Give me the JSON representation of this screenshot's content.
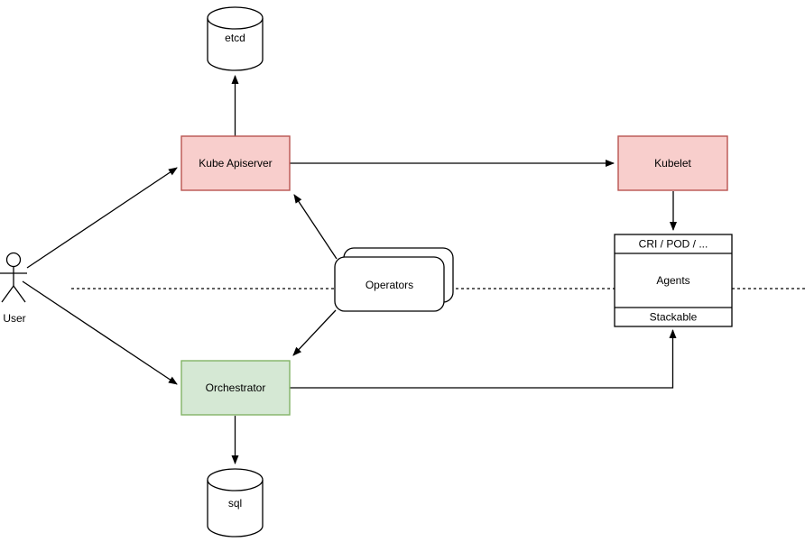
{
  "diagram": {
    "colors": {
      "background": "#FFFFFF",
      "line": "#000000",
      "pink_fill": "#F8CECC",
      "pink_stroke": "#B85450",
      "green_fill": "#D5E8D4",
      "green_stroke": "#82B366",
      "plain_fill": "#FFFFFF",
      "plain_stroke": "#000000"
    },
    "nodes": {
      "etcd": {
        "label": "etcd",
        "shape": "database-cylinder"
      },
      "kube_apiserver": {
        "label": "Kube Apiserver",
        "shape": "rectangle",
        "fill": "#F8CECC",
        "stroke": "#B85450"
      },
      "kubelet": {
        "label": "Kubelet",
        "shape": "rectangle",
        "fill": "#F8CECC",
        "stroke": "#B85450"
      },
      "operators": {
        "label": "Operators",
        "shape": "stacked-rounded-rectangle"
      },
      "orchestrator": {
        "label": "Orchestrator",
        "shape": "rectangle",
        "fill": "#D5E8D4",
        "stroke": "#82B366"
      },
      "agents_stack": {
        "header": "CRI / POD / ...",
        "body": "Agents",
        "footer": "Stackable",
        "shape": "sectioned-rectangle"
      },
      "sql": {
        "label": "sql",
        "shape": "database-cylinder"
      },
      "user": {
        "label": "User",
        "shape": "actor"
      }
    },
    "edges": [
      {
        "from": "user",
        "to": "kube_apiserver",
        "style": "solid-arrow"
      },
      {
        "from": "user",
        "to": "orchestrator",
        "style": "solid-arrow"
      },
      {
        "from": "kube_apiserver",
        "to": "etcd",
        "style": "solid-arrow"
      },
      {
        "from": "kube_apiserver",
        "to": "kubelet",
        "style": "solid-arrow"
      },
      {
        "from": "kubelet",
        "to": "agents_stack.header",
        "style": "solid-arrow"
      },
      {
        "from": "operators",
        "to": "kube_apiserver",
        "style": "solid-arrow"
      },
      {
        "from": "operators",
        "to": "orchestrator",
        "style": "solid-arrow"
      },
      {
        "from": "orchestrator",
        "to": "agents_stack.footer",
        "style": "orthogonal-arrow"
      },
      {
        "from": "orchestrator",
        "to": "sql",
        "style": "solid-arrow"
      },
      {
        "type": "separator",
        "style": "horizontal-dashed-line"
      }
    ]
  }
}
